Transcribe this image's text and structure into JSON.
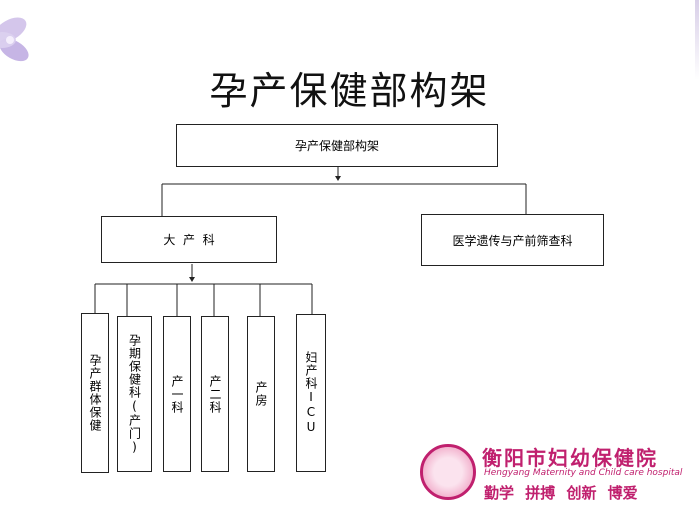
{
  "title": "孕产保健部构架",
  "root": "孕产保健部构架",
  "level2": {
    "left": "大  产  科",
    "right": "医学遗传与产前筛查科"
  },
  "level3": [
    "孕产群体保健",
    "孕期保健科(产门)",
    "产一科",
    "产二科",
    "产房",
    "妇产科ICU"
  ],
  "logo": {
    "name_cn": "衡阳市妇幼保健院",
    "name_en": "Hengyang Maternity and Child care hospital",
    "motto": "勤学 拼搏 创新 博爱"
  },
  "colors": {
    "brand": "#c0206e",
    "line": "#222222"
  }
}
